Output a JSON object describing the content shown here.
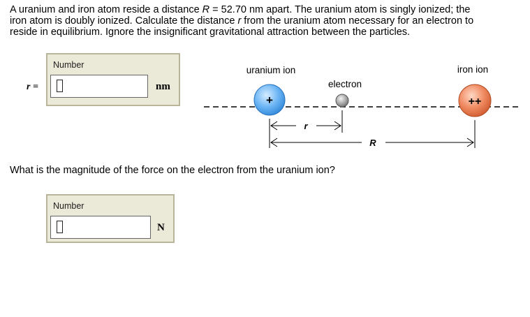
{
  "problem": {
    "part1": "A uranium and iron atom reside a distance ",
    "R_symbol": "R",
    "part2": " = 52.70 nm apart. The uranium atom is singly ionized; the",
    "line2_part1": "iron atom is doubly ionized. Calculate the distance ",
    "r_symbol": "r",
    "line2_part2": " from the uranium atom necessary for an electron to",
    "line3": "reside in equilibrium. Ignore the insignificant gravitational attraction between the particles."
  },
  "answer1": {
    "var_label": "r =",
    "panel_label": "Number",
    "value": "",
    "unit": "nm"
  },
  "answer2": {
    "panel_label": "Number",
    "value": "",
    "unit": "N"
  },
  "question2": "What is the magnitude of the force on the electron from the uranium ion?",
  "diagram": {
    "uranium_label": "uranium ion",
    "electron_label": "electron",
    "iron_label": "iron ion",
    "uranium_charge": "+",
    "iron_charge": "++",
    "r_label": "r",
    "R_label": "R",
    "colors": {
      "uranium": "#5aa9f0",
      "iron": "#e87a55",
      "electron": "#9a9a9a",
      "panel_bg": "#ebe9d8",
      "panel_border": "#b9b59b"
    }
  }
}
